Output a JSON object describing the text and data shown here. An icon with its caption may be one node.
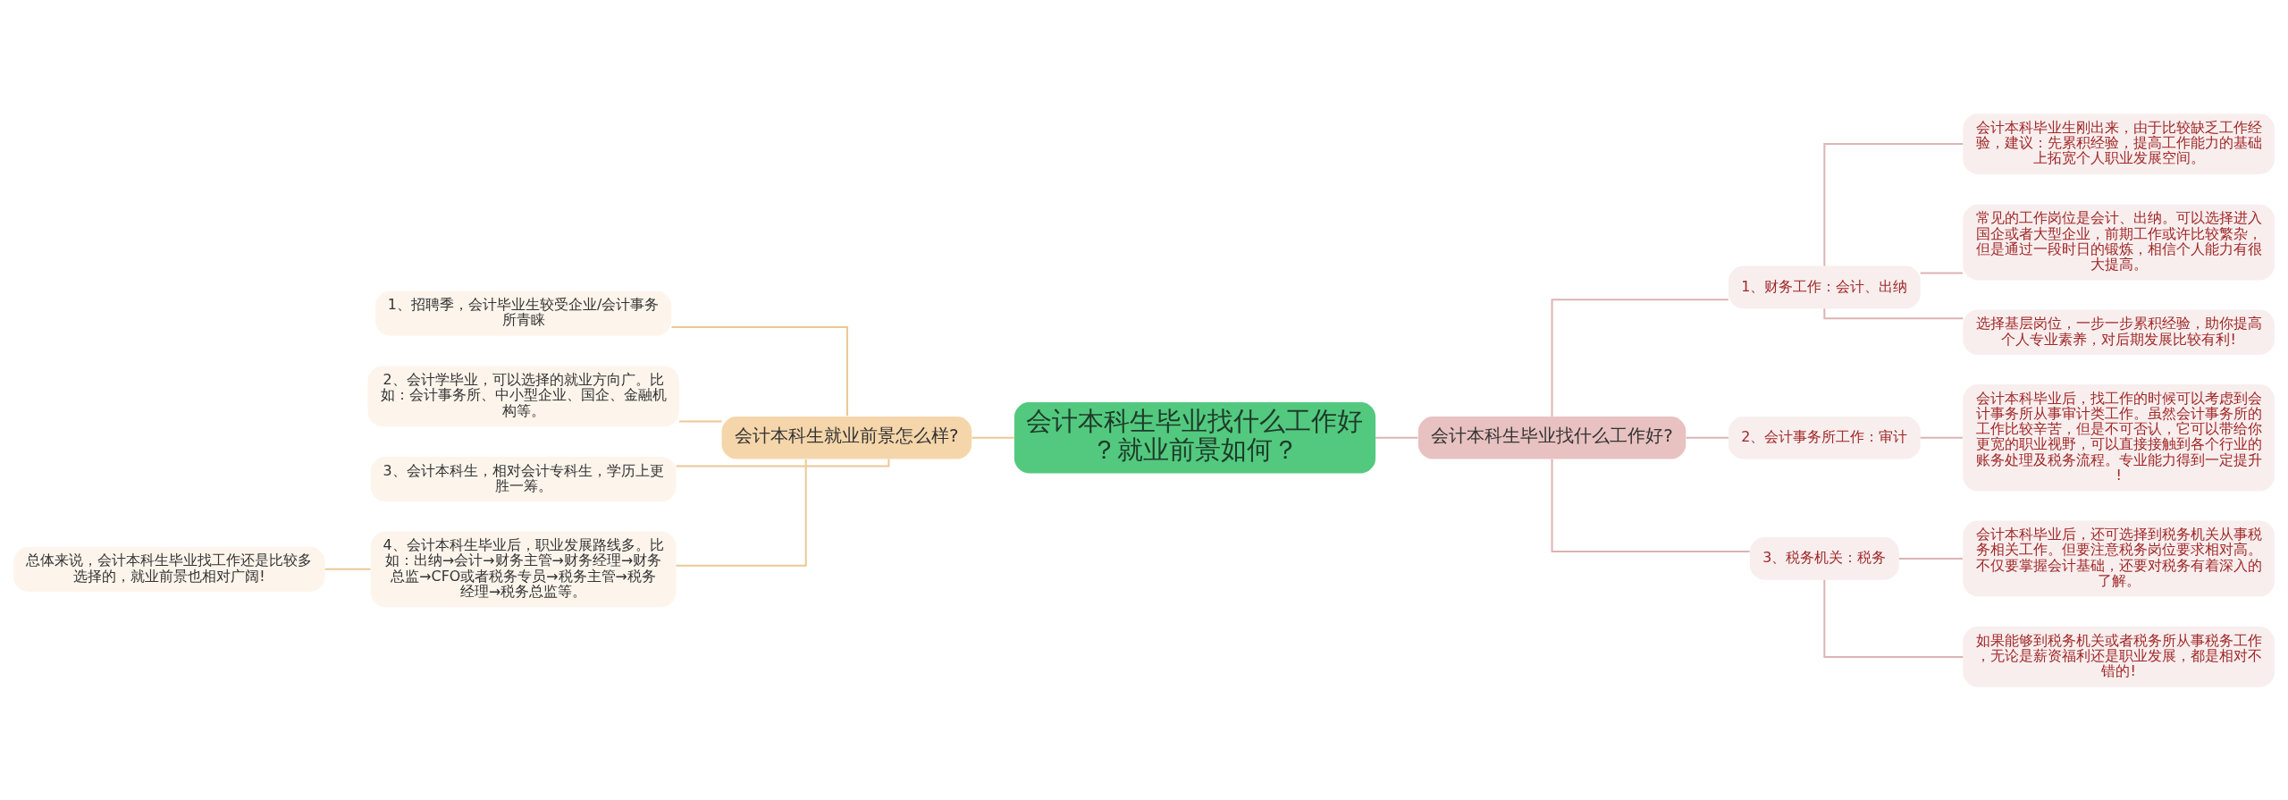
{
  "diagram": {
    "nodes": [
      {
        "text": [
          "会计本科生毕业找什么工作好？就业前景如何？"
        ]
      },
      {
        "text": [
          "会计本科生就业前景怎么样?"
        ]
      },
      {
        "text": [
          "1、招聘季，会计毕业生较受企业/会计事务所青睐"
        ]
      },
      {
        "text": [
          "2、会计学毕业，可以选择的就业方向广。比如：会计事务所、中小型企业、国企、金融机构等。"
        ]
      },
      {
        "text": [
          "3、会计本科生，相对会计专科生，学历上更胜一筹。"
        ]
      },
      {
        "text": [
          "4、会计本科生毕业后，职业发展路线多。比如：出纳→会计→财务主管→财务经理→财务总监→CFO或者税务专员→税务主管→税务经理→税务总监等。"
        ]
      },
      {
        "text": [
          "总体来说，会计本科生毕业找工作还是比较多选择的，就业前景也相对广阔!"
        ]
      },
      {
        "text": [
          "会计本科生毕业找什么工作好?"
        ]
      },
      {
        "text": [
          "1、财务工作：会计、出纳"
        ]
      },
      {
        "text": [
          "会计本科毕业生刚出来，由于比较缺乏工作经验，建议：先累积经验，提高工作能力的基础上拓宽个人职业发展空间。"
        ]
      },
      {
        "text": [
          "常见的工作岗位是会计、出纳。可以选择进入国企或者大型企业，前期工作或许比较繁杂，但是通过一段时日的锻炼，相信个人能力有很大提高。"
        ]
      },
      {
        "text": [
          "选择基层岗位，一步一步累积经验，助你提高个人专业素养，对后期发展比较有利!"
        ]
      },
      {
        "text": [
          "2、会计事务所工作：审计"
        ]
      },
      {
        "text": [
          "会计本科毕业后，找工作的时候可以考虑到会计事务所从事审计类工作。虽然会计事务所的工作比较辛苦，但是不可否认，它可以带给你更宽的职业视野，可以直接接触到各个行业的账务处理及税务流程。专业能力得到一定提升!"
        ]
      },
      {
        "text": [
          "3、税务机关：税务"
        ]
      },
      {
        "text": [
          "会计本科毕业后，还可选择到税务机关从事税务相关工作。但要注意税务岗位要求相对高。不仅要掌握会计基础，还要对税务有着深入的了解。"
        ]
      },
      {
        "text": [
          "如果能够到税务机关或者税务所从事税务工作，无论是薪资福利还是职业发展，都是相对不错的!"
        ]
      }
    ],
    "edges": [
      {
        "from": 0,
        "to": 1,
        "arrow": "none",
        "color": "#ecc894"
      },
      {
        "from": 1,
        "to": 2,
        "arrow": "none",
        "color": "#ecc894"
      },
      {
        "from": 1,
        "to": 3,
        "arrow": "none",
        "color": "#ecc894"
      },
      {
        "from": 1,
        "to": 4,
        "arrow": "none",
        "color": "#ecc894"
      },
      {
        "from": 1,
        "to": 5,
        "arrow": "none",
        "color": "#ecc894"
      },
      {
        "from": 5,
        "to": 6,
        "arrow": "none",
        "color": "#ecc894"
      },
      {
        "from": 0,
        "to": 7,
        "arrow": "none"
      },
      {
        "from": 7,
        "to": 8,
        "arrow": "none"
      },
      {
        "from": 8,
        "to": 9,
        "arrow": "none"
      },
      {
        "from": 8,
        "to": 10,
        "arrow": "none"
      },
      {
        "from": 8,
        "to": 11,
        "arrow": "none"
      },
      {
        "from": 7,
        "to": 12,
        "arrow": "none"
      },
      {
        "from": 12,
        "to": 13,
        "arrow": "none"
      },
      {
        "from": 7,
        "to": 14,
        "arrow": "none"
      },
      {
        "from": 14,
        "to": 15,
        "arrow": "none"
      },
      {
        "from": 14,
        "to": 16,
        "arrow": "none"
      }
    ]
  }
}
